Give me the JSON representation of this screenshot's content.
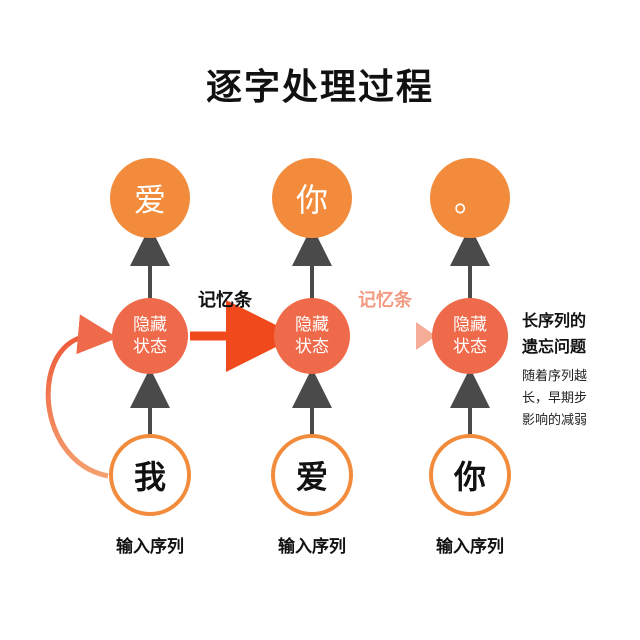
{
  "title": "逐字处理过程",
  "hidden_label": "隐藏\n状态",
  "steps": [
    {
      "input": "我",
      "output": "爱",
      "caption": "输入序列"
    },
    {
      "input": "爱",
      "output": "你",
      "caption": "输入序列"
    },
    {
      "input": "你",
      "output": "。",
      "caption": "输入序列"
    }
  ],
  "memory_labels": [
    "记忆条",
    "记忆条"
  ],
  "note": {
    "title": "长序列的\n遗忘问题",
    "body": "随着序列越\n长，早期步\n影响的减弱"
  },
  "colors": {
    "output": "#f28c3c",
    "hidden": "#ef6a4a",
    "memory_strong": "#f04a1c",
    "memory_faded": "#f5a48c",
    "arrow": "#4a4a4a"
  }
}
